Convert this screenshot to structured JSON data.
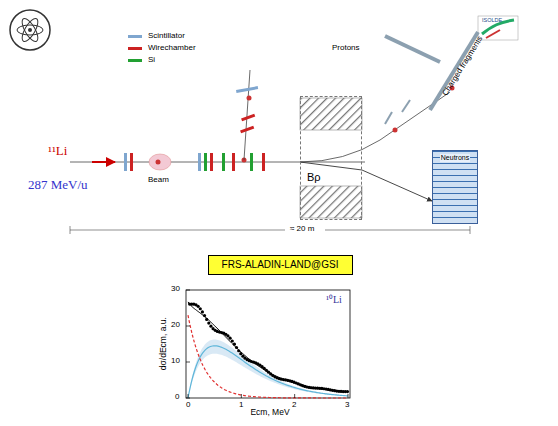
{
  "diagram": {
    "nodes": [
      {
        "text": [
          "Bρ"
        ]
      },
      {
        "text": [
          "Neutrons"
        ]
      },
      {
        "text": [
          "FRS-ALADIN-LAND@GSI"
        ]
      }
    ],
    "edges": [
      {
        "from": 0,
        "to": 1,
        "arrow": "to"
      }
    ],
    "labels": [
      "¹¹Li",
      "287 MeV/u",
      "Beam",
      "Protons",
      "Charged fragments",
      "≈ 20 m",
      "¹⁰Li",
      "dσ/dEcm, a.u.",
      "Ecm, MeV",
      "0",
      "10",
      "20",
      "30",
      "0",
      "1",
      "2",
      "3",
      "ISOLDE"
    ],
    "legend": [
      {
        "text": "Scintillator",
        "color": "#7fa6cf"
      },
      {
        "text": "Wirechamber",
        "color": "#cc2222"
      },
      {
        "text": "Si",
        "color": "#22a032"
      }
    ]
  }
}
